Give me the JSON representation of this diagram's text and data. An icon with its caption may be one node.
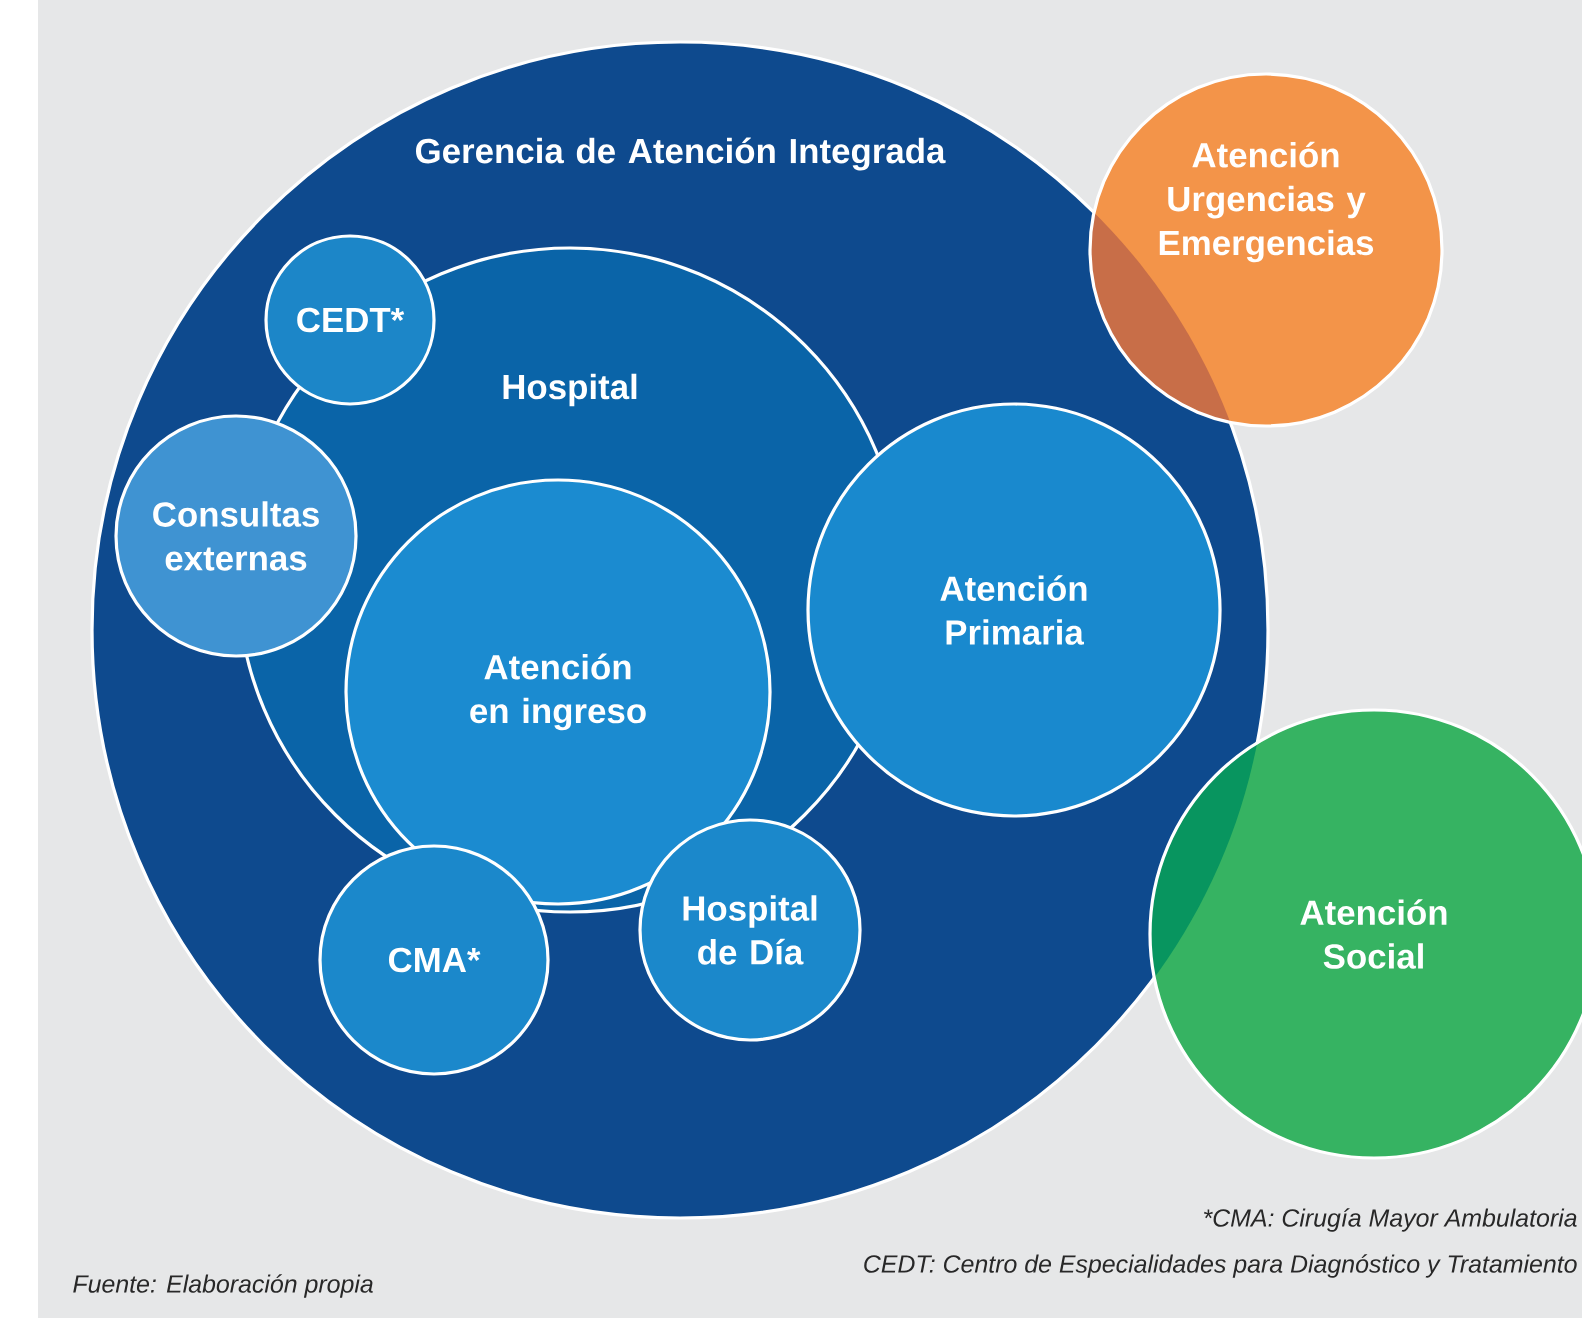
{
  "diagram": {
    "nodes": [
      {
        "text": [
          "Gerencia de Atención Integrada"
        ]
      },
      {
        "text": [
          "CEDT*"
        ],
        "in": 0
      },
      {
        "text": [
          "Hospital"
        ],
        "in": 0
      },
      {
        "text": [
          "Consultas externas"
        ],
        "in": 0
      },
      {
        "text": [
          "Atención en ingreso"
        ],
        "in": 2
      },
      {
        "text": [
          "Atención Primaria"
        ],
        "in": 0
      },
      {
        "text": [
          "CMA*"
        ],
        "in": 0
      },
      {
        "text": [
          "Hospital de Día"
        ],
        "in": 0
      },
      {
        "text": [
          "Atención Urgencias y Emergencias"
        ]
      },
      {
        "text": [
          "Atención Social"
        ]
      }
    ],
    "labels": [
      "*CMA: Cirugía Mayor Ambulatoria",
      "CEDT: Centro de Especialidades para Diagnóstico y Tratamiento",
      "Fuente: Elaboración propia"
    ]
  }
}
